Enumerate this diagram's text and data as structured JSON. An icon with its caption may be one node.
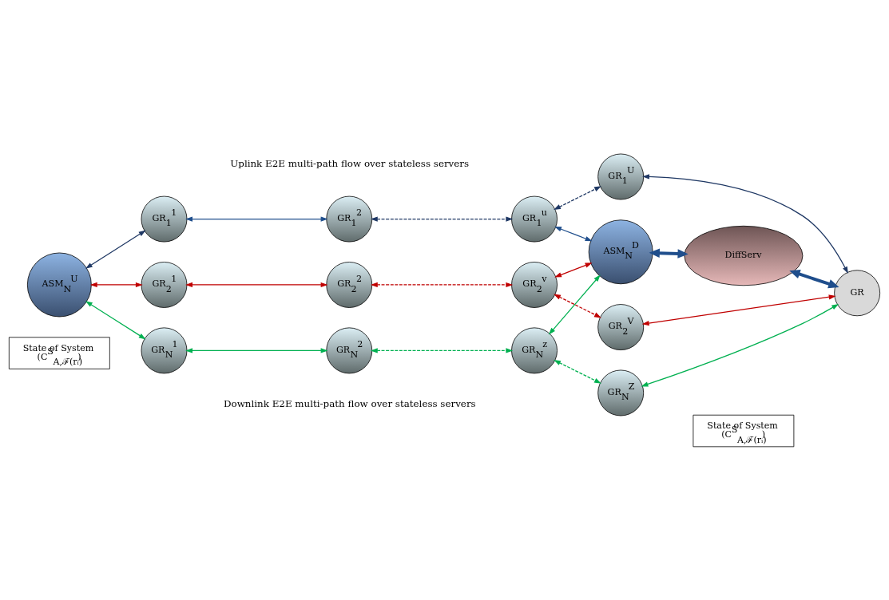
{
  "diagram": {
    "nodes": [
      {
        "text": [
          "State of System",
          "(C$^{S}$$_{A,ℱ(rᵢ)}$)"
        ]
      },
      {
        "text": [
          "State of System",
          "(C$^{S}$$_{A,ℱ(rᵢ)}$)"
        ]
      },
      {
        "text": [
          "ASM$_{N}$$^{D}$"
        ]
      },
      {
        "text": [
          "DiffServ"
        ]
      },
      {
        "text": [
          "GR$_{1}$$^{1}$"
        ]
      },
      {
        "text": [
          "GR$_{1}$$^{2}$"
        ]
      },
      {
        "text": [
          "GR$_{1}$$^{u}$"
        ]
      },
      {
        "text": [
          "GR$_{1}$$^{U}$"
        ]
      },
      {
        "text": [
          "ASM$_{N}$$^{U}$"
        ]
      },
      {
        "text": [
          "GR$_{2}$$^{1}$"
        ]
      },
      {
        "text": [
          "GR$_{2}$$^{2}$"
        ]
      },
      {
        "text": [
          "GR$_{2}$$^{v}$"
        ]
      },
      {
        "text": [
          "GR$_{2}$$^{V}$"
        ]
      },
      {
        "text": [
          "GR"
        ]
      },
      {
        "text": [
          "GR$_{N}$$^{1}$"
        ]
      },
      {
        "text": [
          "GR$_{N}$$^{2}$"
        ]
      },
      {
        "text": [
          "GR$_{N}$$^{z}$"
        ]
      },
      {
        "text": [
          "GR$_{N}$$^{Z}$"
        ]
      }
    ],
    "edges": [
      {
        "from": 8,
        "to": 4,
        "arrow": "both",
        "color": "#1f3864"
      },
      {
        "from": 4,
        "to": 5,
        "arrow": "both",
        "color": "#1f4e8c"
      },
      {
        "from": 5,
        "to": 6,
        "arrow": "both",
        "style": "dashed",
        "color": "#1f3864"
      },
      {
        "from": 6,
        "to": 7,
        "arrow": "both",
        "style": "dashed",
        "color": "#1f3864"
      },
      {
        "from": 6,
        "to": 2,
        "arrow": "both",
        "color": "#1f4e8c"
      },
      {
        "from": 2,
        "to": 3,
        "arrow": "both",
        "style": "thick",
        "color": "#1f4e8c"
      },
      {
        "from": 3,
        "to": 13,
        "arrow": "both",
        "style": "thick",
        "color": "#1f4e8c"
      },
      {
        "from": 7,
        "to": 13,
        "arrow": "both",
        "color": "#1f3864"
      },
      {
        "from": 8,
        "to": 9,
        "arrow": "both",
        "color": "#c00000"
      },
      {
        "from": 9,
        "to": 10,
        "arrow": "both",
        "color": "#c00000"
      },
      {
        "from": 10,
        "to": 11,
        "arrow": "both",
        "style": "dashed",
        "color": "#c00000"
      },
      {
        "from": 11,
        "to": 12,
        "arrow": "both",
        "style": "dashed",
        "color": "#c00000"
      },
      {
        "from": 11,
        "to": 2,
        "arrow": "both",
        "color": "#c00000"
      },
      {
        "from": 12,
        "to": 13,
        "arrow": "both",
        "color": "#c00000"
      },
      {
        "from": 8,
        "to": 14,
        "arrow": "both",
        "color": "#00b050"
      },
      {
        "from": 14,
        "to": 15,
        "arrow": "both",
        "color": "#00b050"
      },
      {
        "from": 15,
        "to": 16,
        "arrow": "both",
        "style": "dashed",
        "color": "#00b050"
      },
      {
        "from": 16,
        "to": 17,
        "arrow": "both",
        "style": "dashed",
        "color": "#00b050"
      },
      {
        "from": 16,
        "to": 2,
        "arrow": "both",
        "color": "#00b050"
      },
      {
        "from": 17,
        "to": 13,
        "arrow": "both",
        "color": "#00b050"
      }
    ],
    "labels": [
      "Downlink E2E multi-path flow over stateless servers",
      "Uplink E2E multi-path flow over stateless servers"
    ]
  }
}
